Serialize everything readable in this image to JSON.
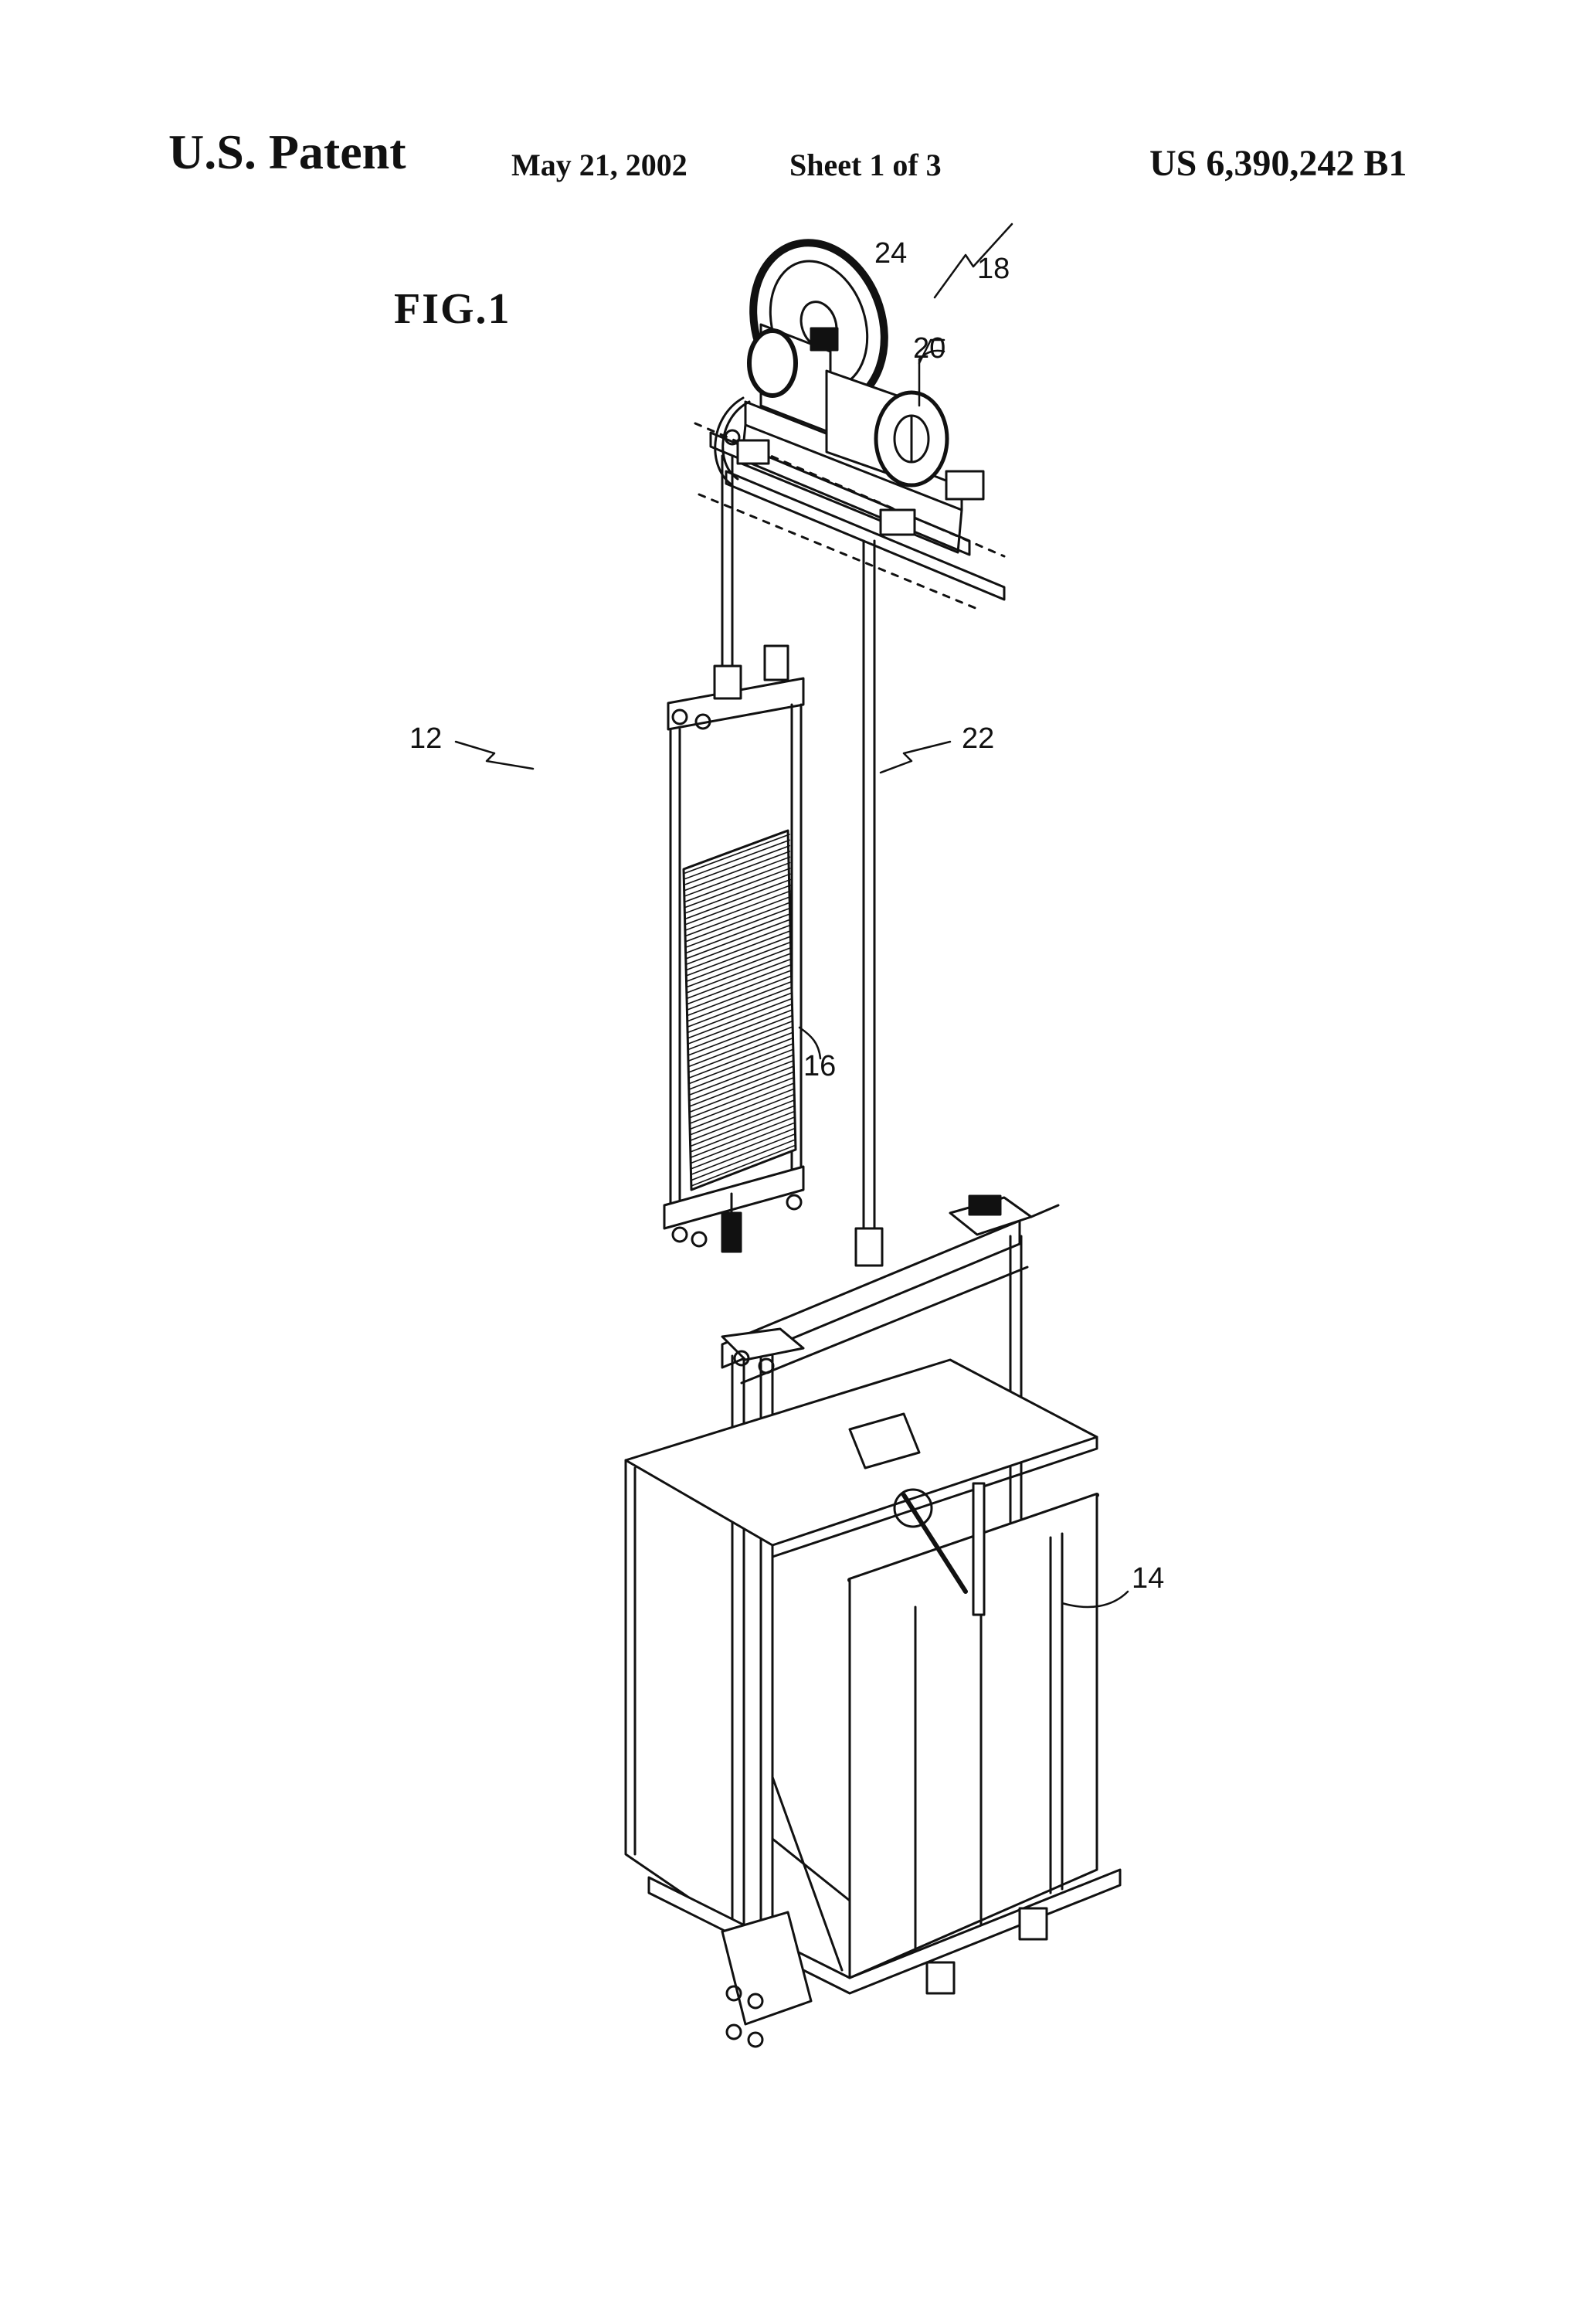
{
  "header": {
    "patent_label": "U.S. Patent",
    "date": "May 21, 2002",
    "sheet": "Sheet 1 of 3",
    "patent_number": "US 6,390,242 B1"
  },
  "figure": {
    "title": "FIG.1",
    "reference_numerals": {
      "elevator_system": "12",
      "car": "14",
      "counterweight": "16",
      "machine": "18",
      "motor": "20",
      "rope": "22",
      "sheave": "24"
    }
  },
  "colors": {
    "ink": "#111111",
    "paper": "#ffffff"
  }
}
